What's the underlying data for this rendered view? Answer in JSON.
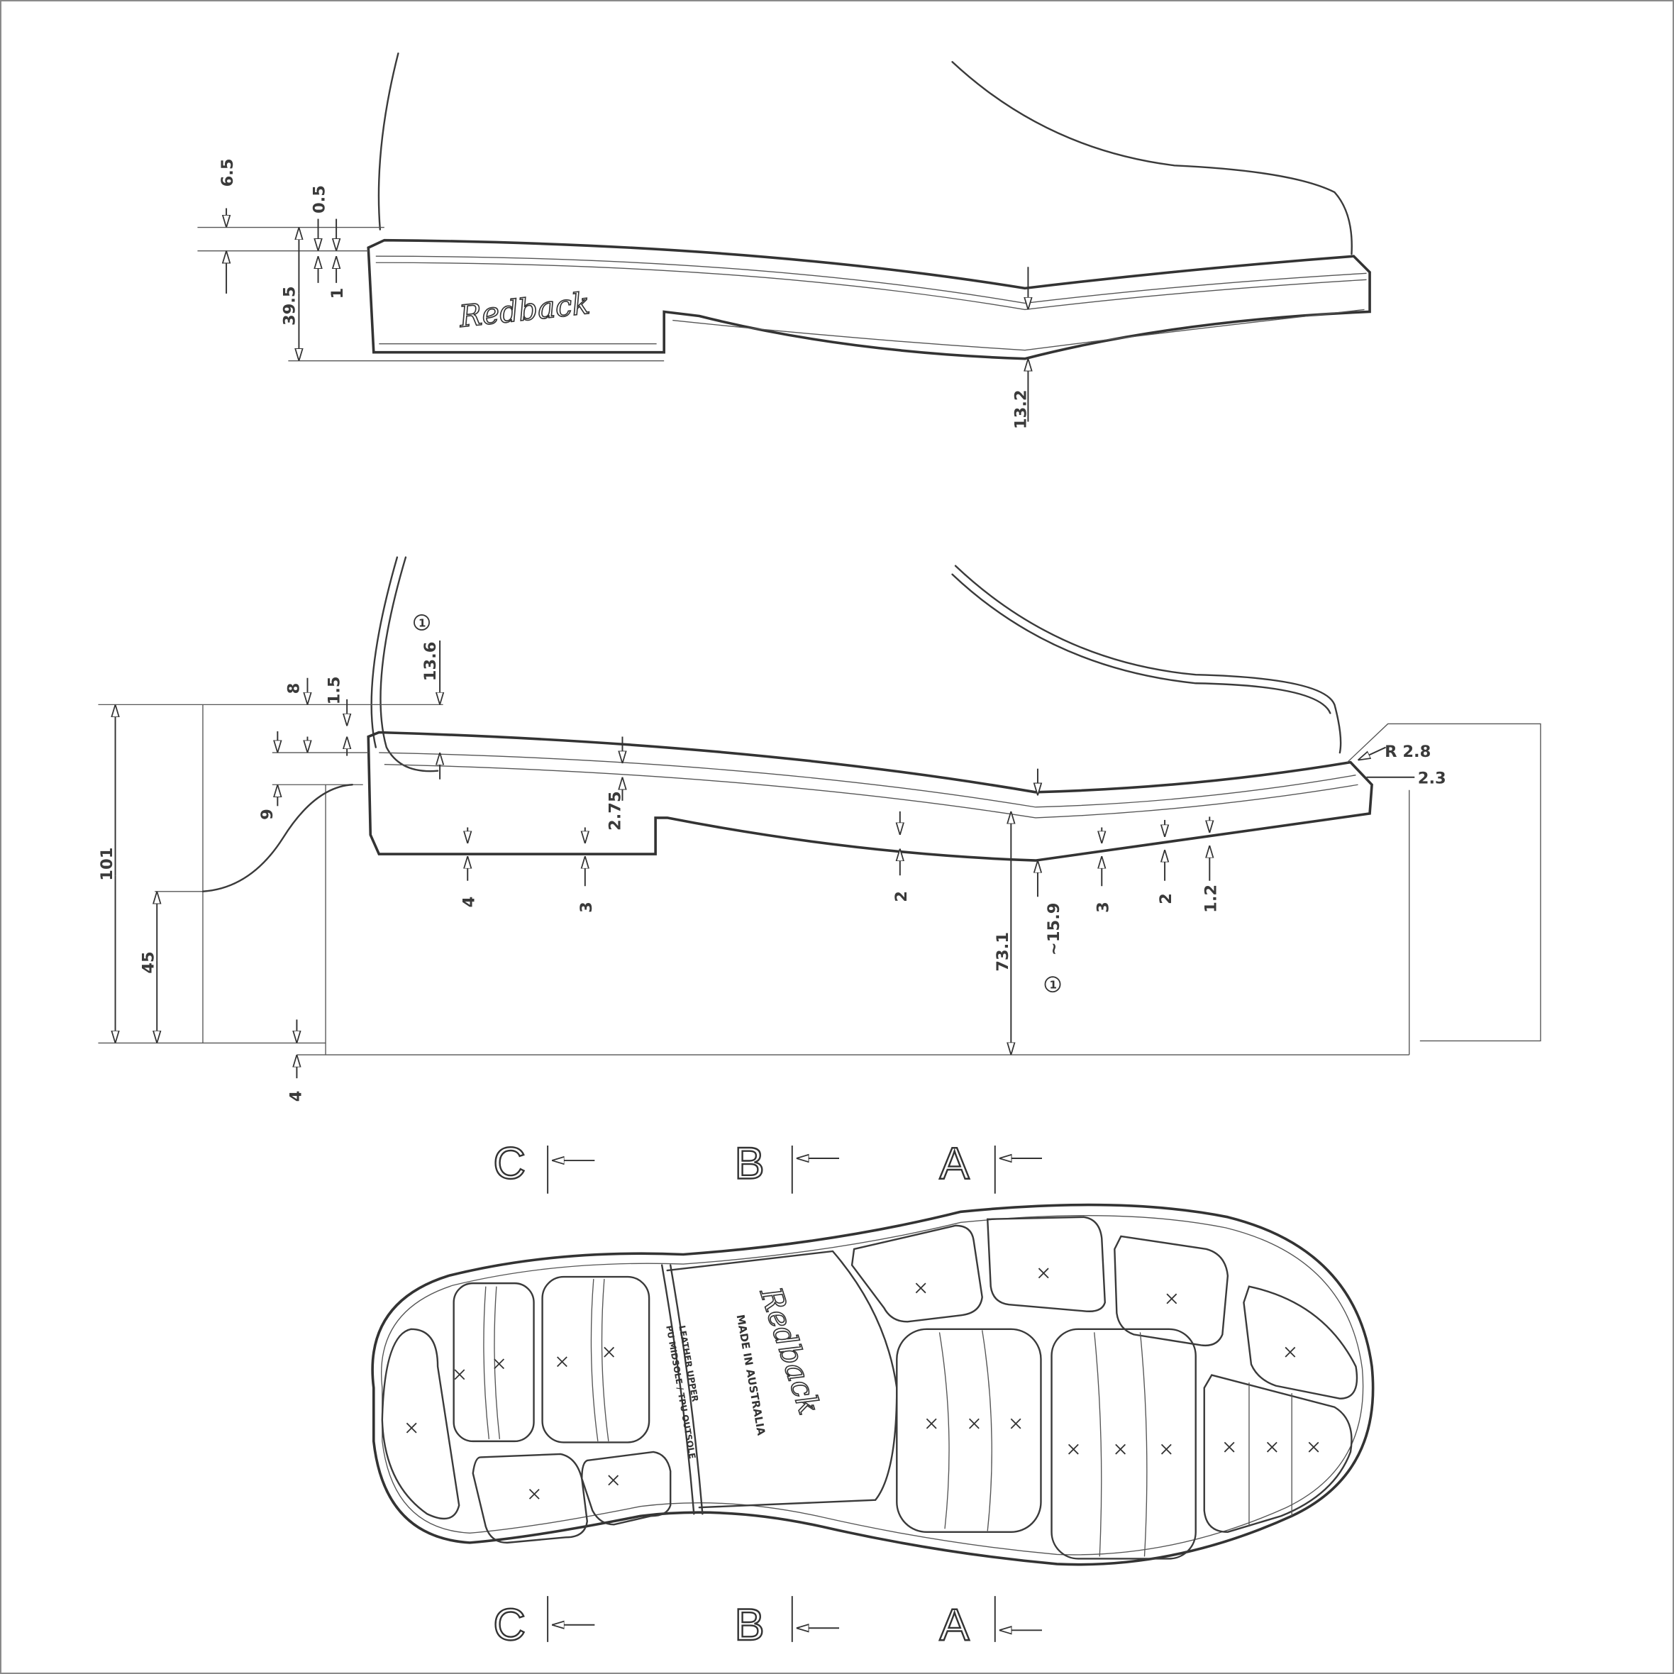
{
  "brand": "Redback",
  "side_view": {
    "dimensions": {
      "d1": "6.5",
      "d2": "0.5",
      "d3": "1",
      "d4": "39.5",
      "d5": "13.2"
    }
  },
  "section_view": {
    "dimensions": {
      "total_height": "101",
      "heel_height": "45",
      "d9": "9",
      "d8": "8",
      "d15": "1.5",
      "d136": "13.6",
      "d275": "2.75",
      "d4a": "4",
      "d3a": "3",
      "d2a": "2",
      "d731": "73.1",
      "d159": "~15.9",
      "d3b": "3",
      "d2b": "2",
      "d12": "1.2",
      "radius": "R 2.8",
      "d23": "2.3",
      "d4b": "4"
    },
    "callout": "1"
  },
  "outsole": {
    "made_in": "MADE IN AUSTRALIA",
    "material_line1": "LEATHER UPPER",
    "material_line2": "PU MIDSOLE / TPU OUTSOLE"
  },
  "sections": {
    "c": "C",
    "b": "B",
    "a": "A"
  }
}
